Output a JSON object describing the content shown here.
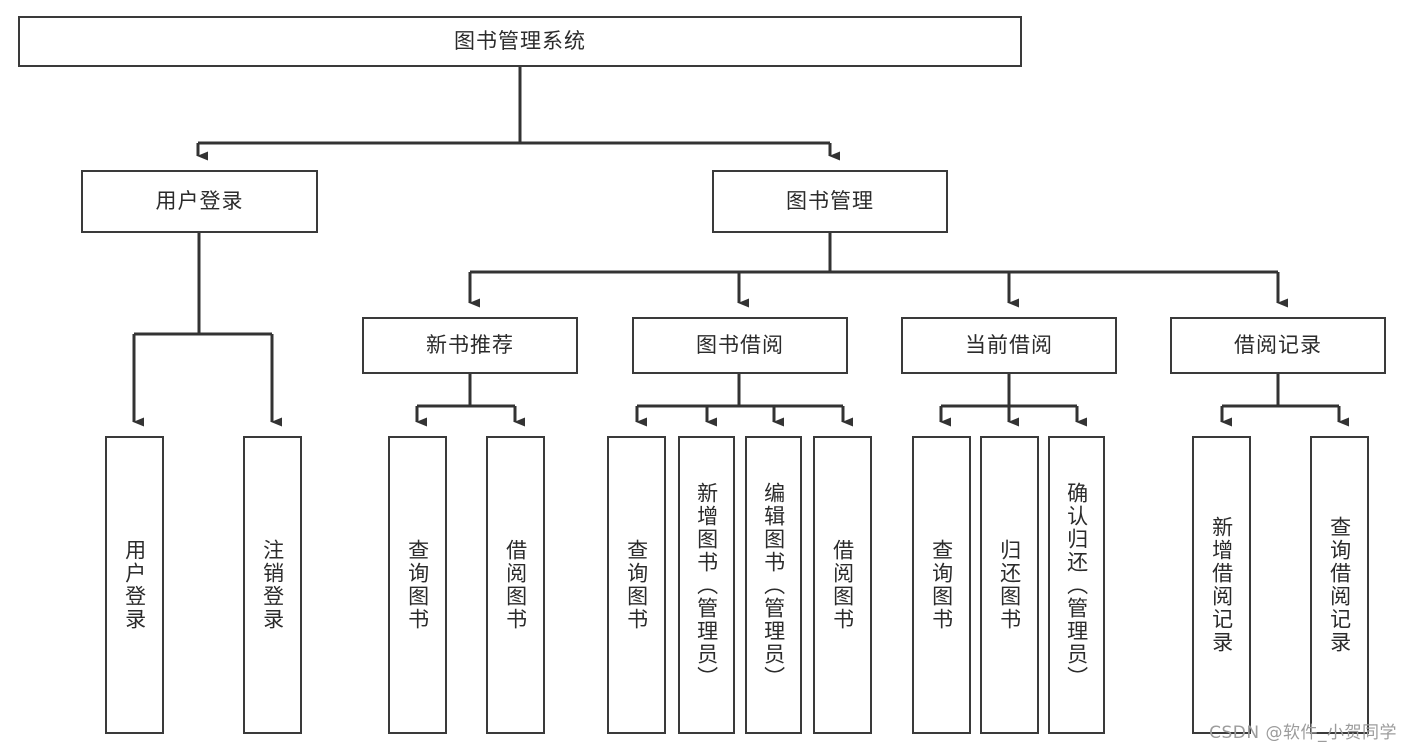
{
  "diagram": {
    "title": "图书管理系统",
    "type": "hierarchy-tree",
    "colors": {
      "box_border": "#3a3a3a",
      "box_fill": "#ffffff",
      "text": "#2b2b2b",
      "edge": "#333333",
      "watermark": "#9c9c9c",
      "background": "#ffffff"
    },
    "watermark": "CSDN @软件_小贺同学",
    "nodes": {
      "root": {
        "label": "图书管理系统"
      },
      "level2": [
        {
          "label": "用户登录"
        },
        {
          "label": "图书管理"
        }
      ],
      "level3": [
        {
          "label": "新书推荐"
        },
        {
          "label": "图书借阅"
        },
        {
          "label": "当前借阅"
        },
        {
          "label": "借阅记录"
        }
      ],
      "leaves": {
        "user_login": [
          {
            "label": "用户登录"
          },
          {
            "label": "注销登录"
          }
        ],
        "new_book_recommend": [
          {
            "label": "查询图书"
          },
          {
            "label": "借阅图书"
          }
        ],
        "book_borrow": [
          {
            "label": "查询图书"
          },
          {
            "label": "新增图书（管理员）"
          },
          {
            "label": "编辑图书（管理员）"
          },
          {
            "label": "借阅图书"
          }
        ],
        "current_borrow": [
          {
            "label": "查询图书"
          },
          {
            "label": "归还图书"
          },
          {
            "label": "确认归还（管理员）"
          }
        ],
        "borrow_record": [
          {
            "label": "新增借阅记录"
          },
          {
            "label": "查询借阅记录"
          }
        ]
      }
    }
  }
}
